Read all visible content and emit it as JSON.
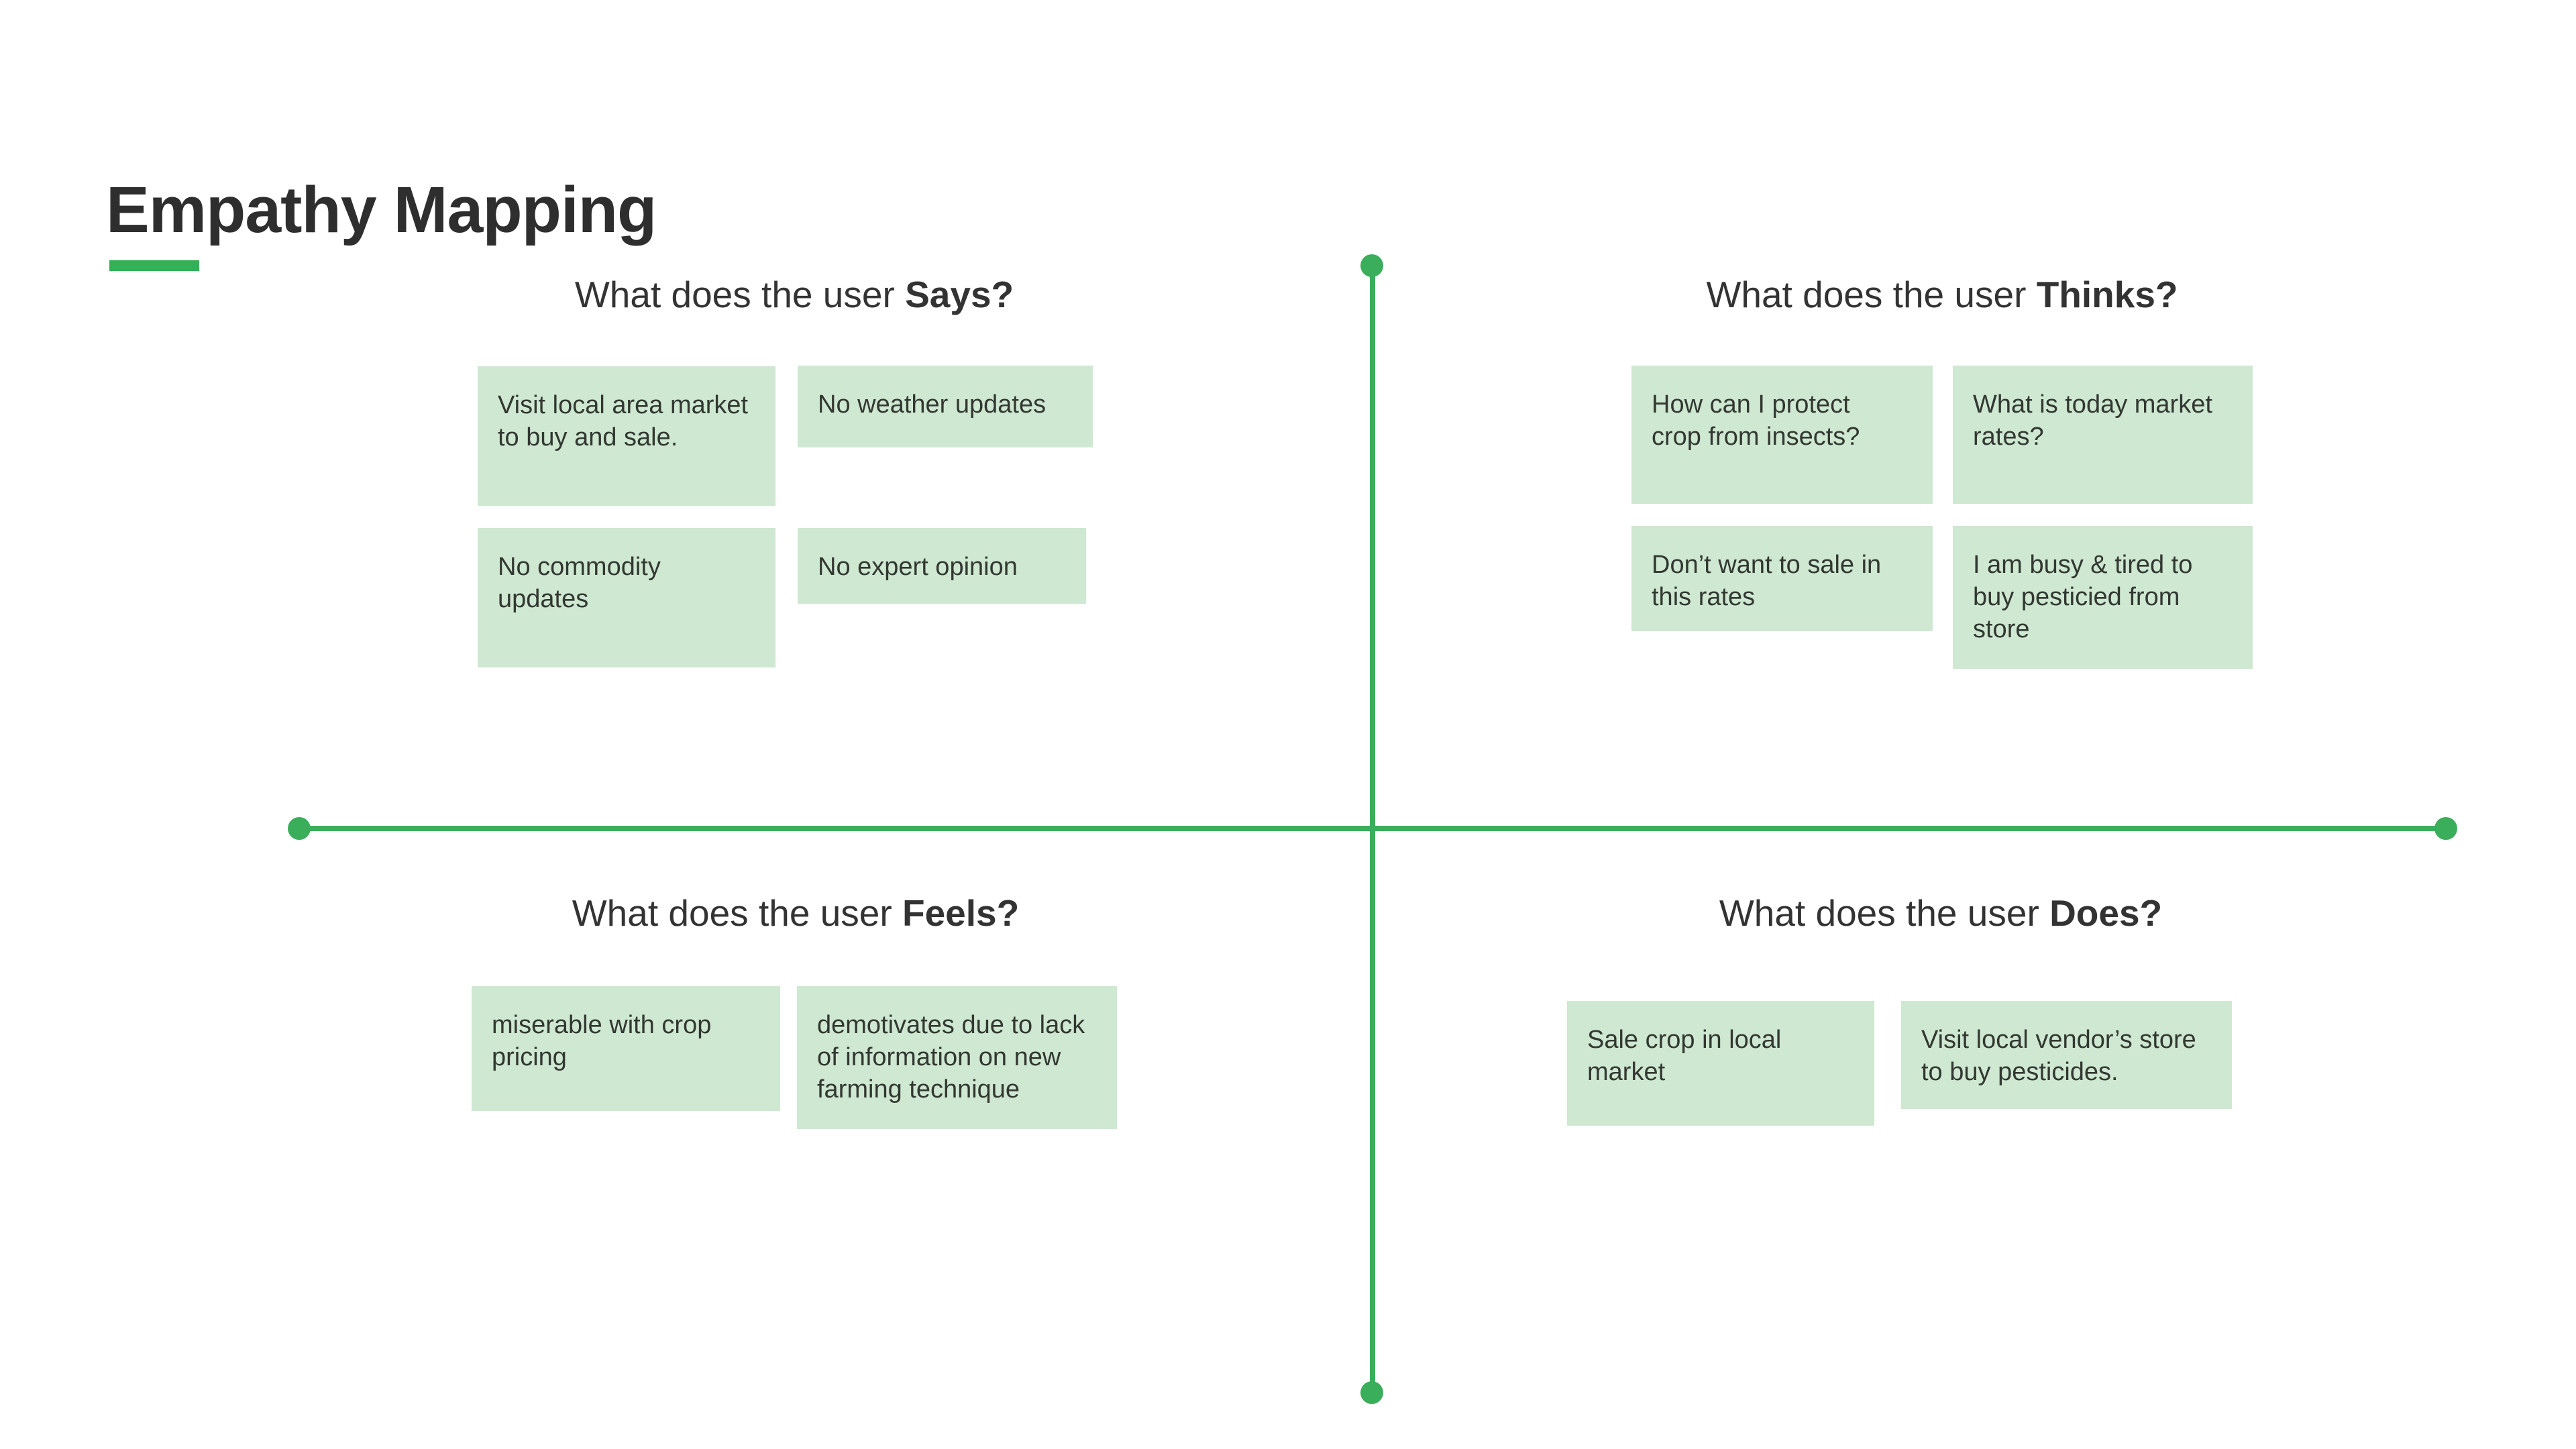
{
  "title": "Empathy Mapping",
  "colors": {
    "axis_green": "#3bae5b",
    "underline_green": "#33b156",
    "note_bg": "#cfe8d2",
    "title_color": "#2e2e2e",
    "heading_color": "#333333",
    "note_text": "#323831"
  },
  "quadrants": {
    "says": {
      "prefix": "What does the user ",
      "keyword": "Says?",
      "notes": [
        "Visit local area market\nto buy and sale.",
        "No weather updates",
        "No commodity\nupdates",
        "No expert opinion"
      ]
    },
    "thinks": {
      "prefix": "What does the user ",
      "keyword": "Thinks?",
      "notes": [
        "How can I protect\ncrop from insects?",
        "What is today market\nrates?",
        "Don’t want to sale in\nthis rates",
        "I am busy & tired to\nbuy pesticied from\nstore"
      ]
    },
    "feels": {
      "prefix": "What does the user ",
      "keyword": "Feels?",
      "notes": [
        "miserable with crop\npricing",
        "demotivates due to lack\nof information on new\nfarming technique"
      ]
    },
    "does": {
      "prefix": "What does the user ",
      "keyword": "Does?",
      "notes": [
        "Sale crop in local\nmarket",
        "Visit local vendor’s store\nto buy pesticides."
      ]
    }
  }
}
